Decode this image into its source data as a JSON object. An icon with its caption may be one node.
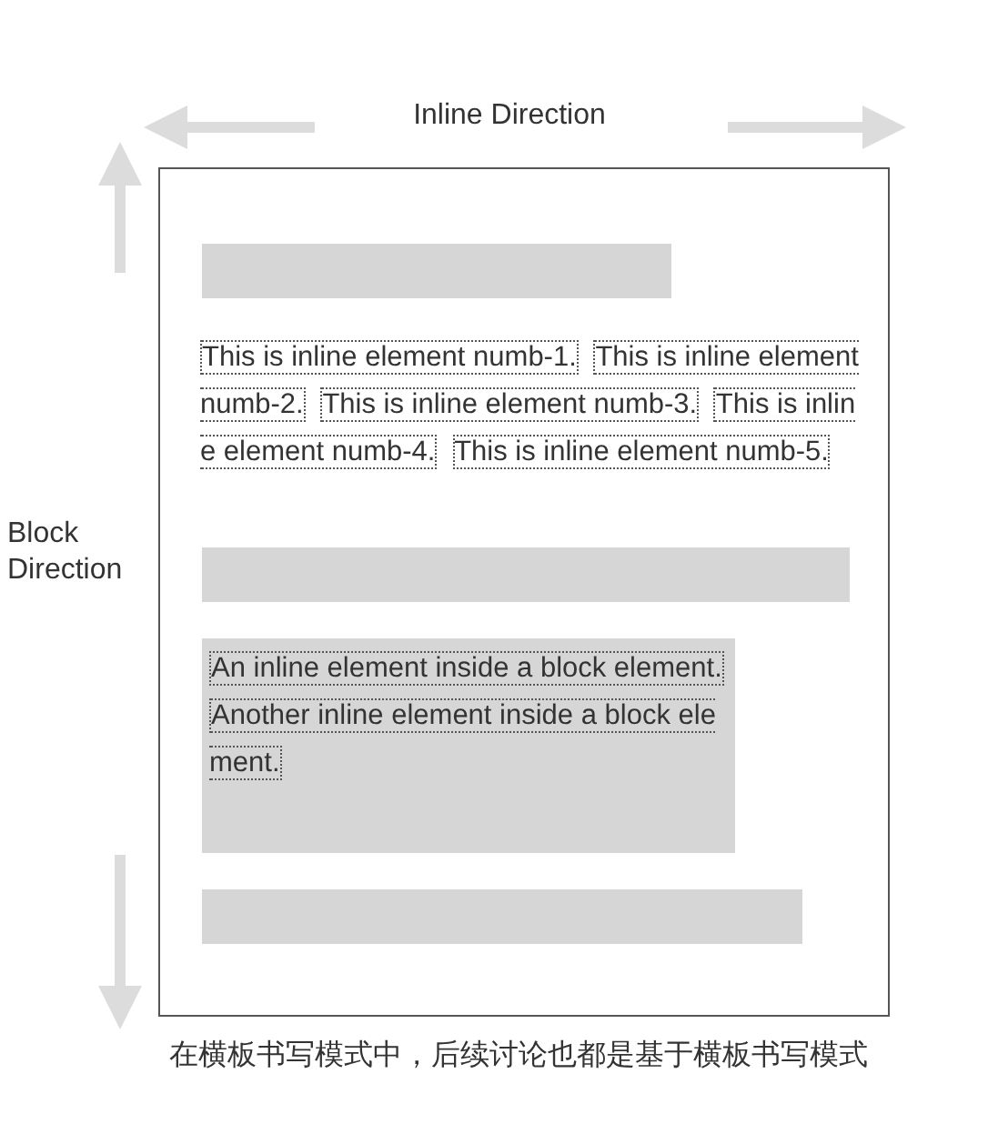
{
  "diagram": {
    "caption": "在横板书写模式中，后续讨论也都是基于横板书写模式",
    "nodes": [
      {
        "text": [],
        "shape": "box"
      },
      {
        "text": [],
        "shape": "bar",
        "in": 0
      },
      {
        "text": [
          "This is inline element numb-1.",
          "This is inline element numb-2.",
          "This is inline element numb-3.",
          "This is inline element numb-4.",
          "This is inline element numb-5."
        ],
        "in": 0
      },
      {
        "text": [],
        "shape": "bar",
        "in": 0
      },
      {
        "text": [
          "An inline element inside a block element.",
          "Another inline element inside a block element."
        ],
        "in": 0
      },
      {
        "text": [],
        "shape": "bar",
        "in": 0
      }
    ],
    "labels": [
      "Inline Direction",
      "Block Direction"
    ]
  }
}
